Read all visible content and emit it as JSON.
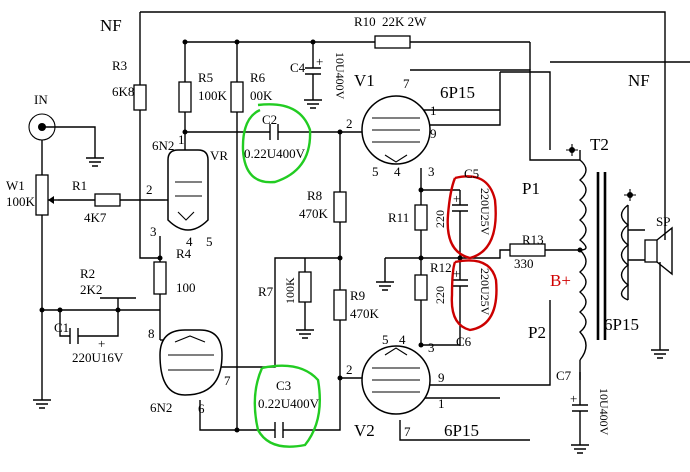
{
  "labels": {
    "nf_left": "NF",
    "nf_right": "NF",
    "in": "IN",
    "w1": "W1",
    "w1_val": "100K",
    "r1": "R1",
    "r1_val": "4K7",
    "r2": "R2",
    "r2_val": "2K2",
    "c1": "C1",
    "c1_val": "220U16V",
    "r3": "R3",
    "r3_val": "6K8",
    "r5": "R5",
    "r5_val": "100K",
    "r6": "R6",
    "r6_val": "00K",
    "c4": "C4",
    "c4_val": "10U400V",
    "r10": "R10",
    "r10_val": "22K 2W",
    "v1": "V1",
    "v1_type": "6P15",
    "v2": "V2",
    "v2_type": "6P15",
    "tube_6n2_top": "6N2",
    "tube_6n2_bottom": "6N2",
    "vr": "VR",
    "c2": "C2",
    "c2_val": "0.22U400V",
    "c3": "C3",
    "c3_val": "0.22U400V",
    "r4": "R4",
    "r4_val": "100",
    "r7": "R7",
    "r7_val": "100K",
    "r8": "R8",
    "r8_val": "470K",
    "r9": "R9",
    "r9_val": "470K",
    "r11": "R11",
    "r11_val": "220",
    "r12": "R12",
    "r12_val": "220",
    "c5": "C5",
    "c5_val": "220U25V",
    "c6": "C6",
    "c6_val": "220U25V",
    "r13": "R13",
    "r13_val": "330",
    "b_plus": "B+",
    "p1": "P1",
    "p2": "P2",
    "t2": "T2",
    "sp": "SP",
    "c7": "C7",
    "c7_val": "10U400V",
    "p_6p15_overlap": "6P15",
    "pin_1_a": "1",
    "pin_2_a": "2",
    "pin_3_a": "3",
    "pin_4_a": "4",
    "pin_5_a": "5",
    "pin_8": "8",
    "pin_7_a": "7",
    "pin_6": "6",
    "pin_7_v1": "7",
    "pin_1_v1": "1",
    "pin_9_v1": "9",
    "pin_2_v1": "2",
    "pin_3_v1": "3",
    "pin_5_v1": "5",
    "pin_4_v1": "4",
    "pin_2_v2": "2",
    "pin_3_v2": "3",
    "pin_5_v2": "5",
    "pin_4_v2": "4",
    "pin_9_v2": "9",
    "pin_1_v2": "1",
    "pin_7_v2": "7",
    "plus_c4": "+",
    "plus_c1": "+",
    "plus_c5": "+",
    "plus_c6": "+",
    "plus_c7": "+"
  },
  "colors": {
    "wire": "#000000",
    "highlight_green": "#22cc22",
    "highlight_red": "#cc0000",
    "b_plus_text": "#d00000"
  }
}
